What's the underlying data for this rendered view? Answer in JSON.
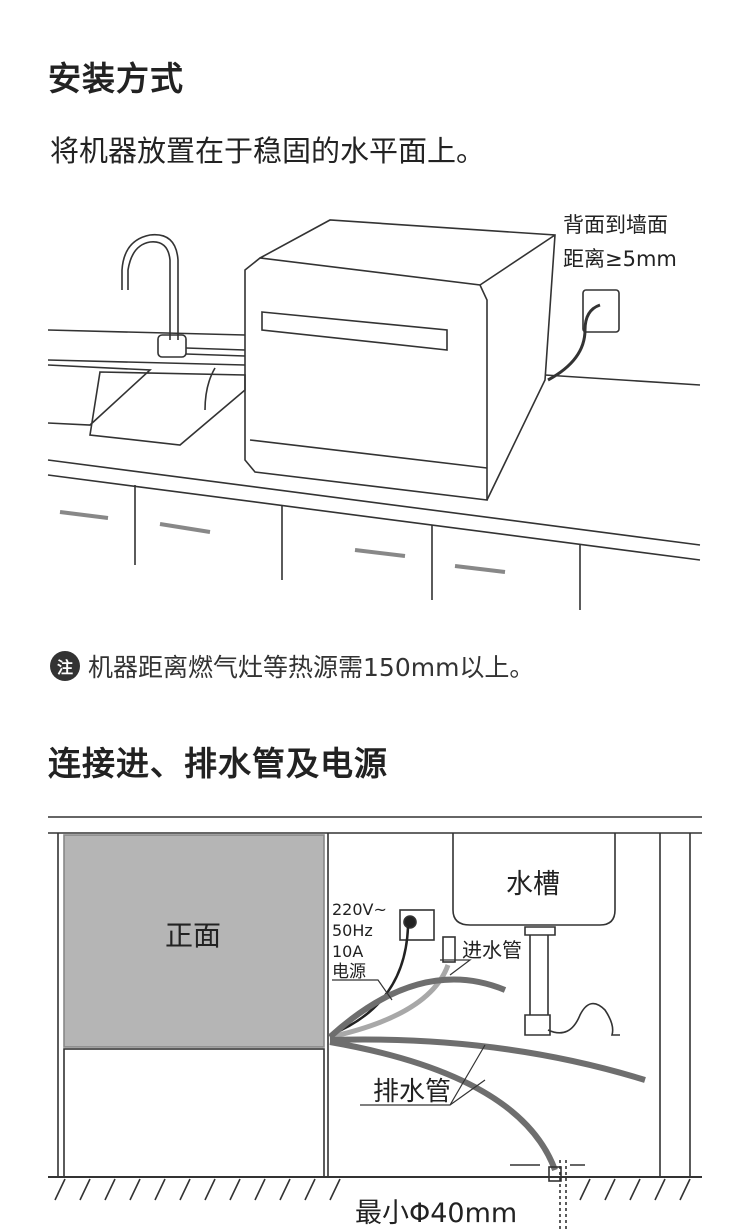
{
  "section1": {
    "title": "安装方式",
    "instruction": "将机器放置在于稳固的水平面上。",
    "wall_label_line1": "背面到墙面",
    "wall_label_line2": "距离≥5mm",
    "note_icon_text": "注",
    "note": "机器距离燃气灶等热源需150mm以上。"
  },
  "section2": {
    "title": "连接进、排水管及电源",
    "front_label": "正面",
    "sink_label": "水槽",
    "power_spec": [
      "220V~",
      "50Hz",
      "10A",
      "电源"
    ],
    "inlet_label": "进水管",
    "drain_label": "排水管",
    "min_label": "最小Φ40mm"
  },
  "colors": {
    "text": "#222222",
    "front_panel": "#b5b5b5",
    "hose": "#6e6e6e",
    "inlet_hose": "#a8a8a8"
  }
}
